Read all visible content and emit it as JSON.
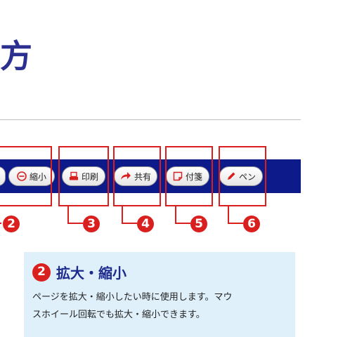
{
  "heading": "方",
  "toolbar": {
    "buttons": [
      {
        "label": "",
        "icon": "magnify-plus-icon"
      },
      {
        "label": "縮小",
        "icon": "minus-circle-icon"
      },
      {
        "label": "印刷",
        "icon": "printer-icon"
      },
      {
        "label": "共有",
        "icon": "share-arrow-icon"
      },
      {
        "label": "付箋",
        "icon": "sticky-note-icon"
      },
      {
        "label": "ペン",
        "icon": "pen-icon"
      }
    ],
    "bar_color": "#0c1a8a",
    "highlight_color": "#d9201e"
  },
  "callouts": [
    "2",
    "3",
    "4",
    "5",
    "6"
  ],
  "panel": {
    "number": "2",
    "title": "拡大・縮小",
    "body_line1": "ページを拡大・縮小したい時に使用します。マウ",
    "body_line2": "スホイール回転でも拡大・縮小できます。",
    "background": "#dff0fb"
  }
}
